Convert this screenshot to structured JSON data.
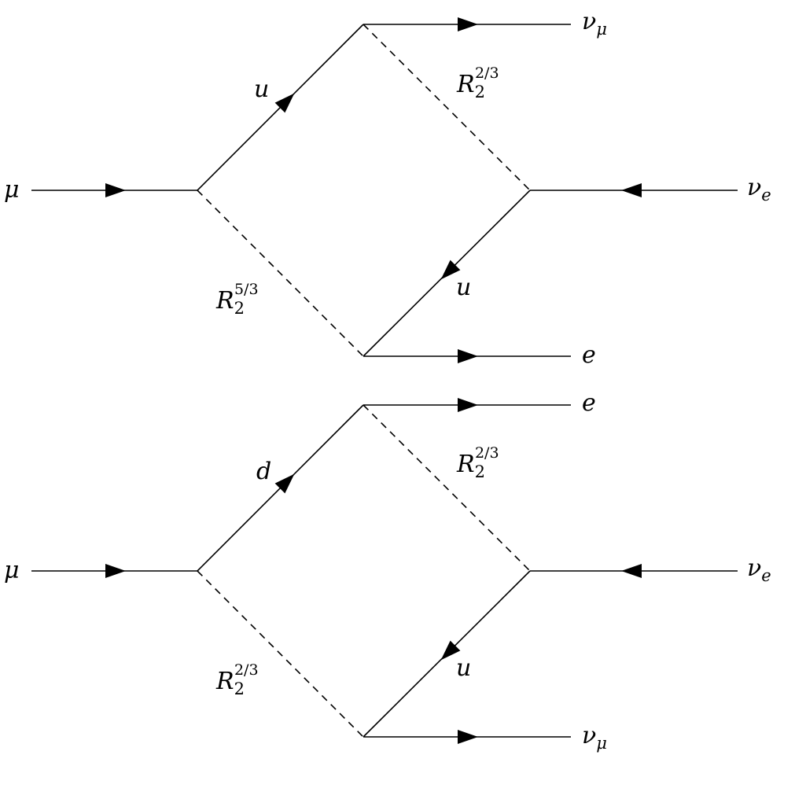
{
  "diagrams": [
    {
      "incoming": {
        "main": "μ",
        "sub": ""
      },
      "upper_quark": {
        "main": "u",
        "sub": ""
      },
      "lower_leptoquark": {
        "main": "R",
        "sub": "2",
        "sup": "5/3"
      },
      "upper_leptoquark": {
        "main": "R",
        "sub": "2",
        "sup": "2/3"
      },
      "top_out": {
        "main": "ν",
        "sub": "μ"
      },
      "bottom_out": {
        "main": "e",
        "sub": ""
      },
      "right_in": {
        "main": "ν",
        "sub": "e"
      },
      "inner_quark": {
        "main": "u",
        "sub": ""
      }
    },
    {
      "incoming": {
        "main": "μ",
        "sub": ""
      },
      "upper_quark": {
        "main": "d",
        "sub": ""
      },
      "lower_leptoquark": {
        "main": "R",
        "sub": "2",
        "sup": "2/3"
      },
      "upper_leptoquark": {
        "main": "R",
        "sub": "2",
        "sup": "2/3"
      },
      "top_out": {
        "main": "e",
        "sub": ""
      },
      "bottom_out": {
        "main": "ν",
        "sub": "μ"
      },
      "right_in": {
        "main": "ν",
        "sub": "e"
      },
      "inner_quark": {
        "main": "u",
        "sub": ""
      }
    }
  ]
}
